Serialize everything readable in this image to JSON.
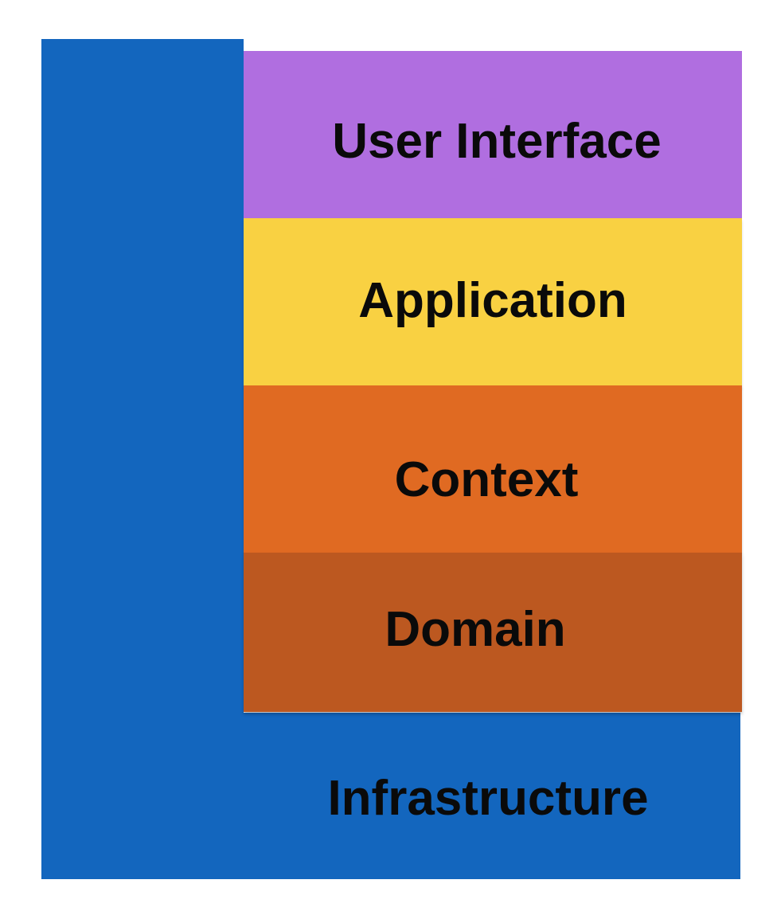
{
  "diagram": {
    "layers": [
      {
        "label": "User Interface",
        "color": "#b06ee0"
      },
      {
        "label": "Application",
        "color": "#f9d142"
      },
      {
        "label": "Context",
        "color": "#e06a22"
      },
      {
        "label": "Domain",
        "color": "#bc5820"
      }
    ],
    "infrastructure": {
      "label": "Infrastructure",
      "color": "#1366be"
    }
  }
}
